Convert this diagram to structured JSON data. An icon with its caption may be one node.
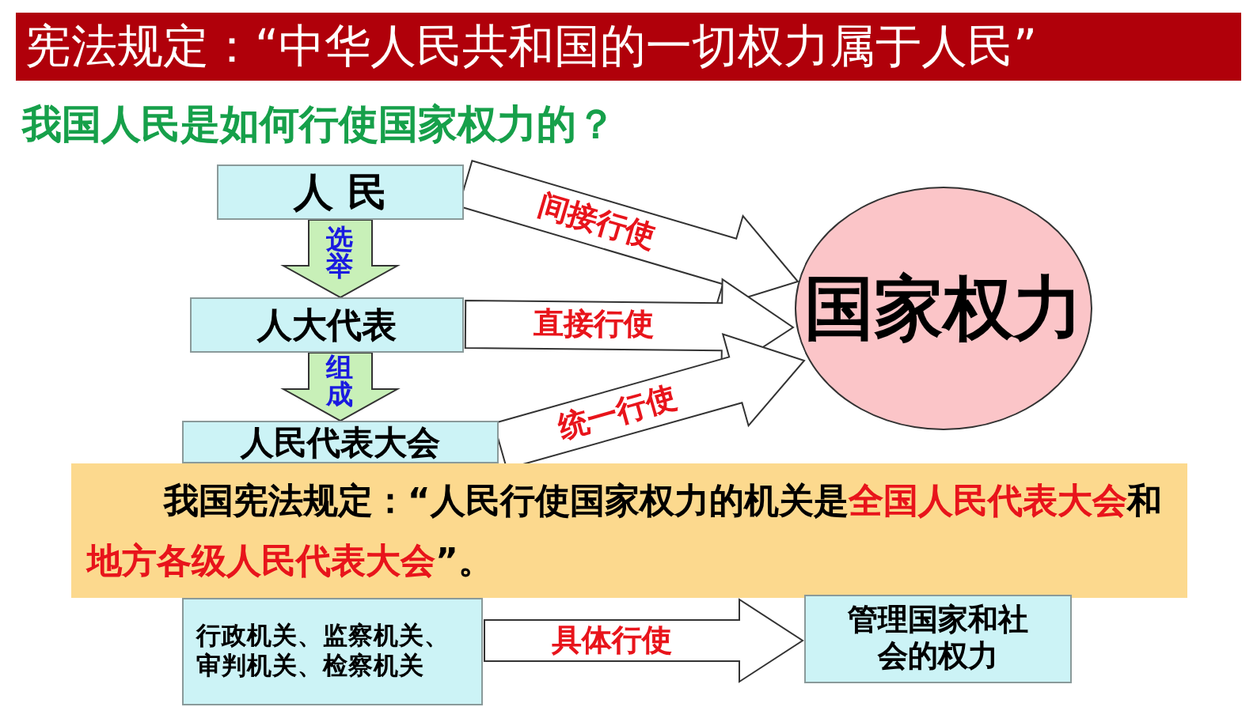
{
  "diagram": {
    "title": "宪法规定：“中华人民共和国的一切权力属于人民”",
    "nodes": [
      {
        "text": [
          "人 民"
        ]
      },
      {
        "text": [
          "人大代表"
        ]
      },
      {
        "text": [
          "国家权力"
        ]
      },
      {
        "text": [
          "人民代表大会"
        ]
      },
      {
        "text": [
          "我国宪法规定：“人民行使国家权力的机关是**全国人民代表大会**和**地方各级人民代表大会**”。"
        ]
      },
      {
        "text": [
          "行政机关、监察机关、审判机关、检察机关"
        ]
      },
      {
        "text": [
          "管理国家和社会的权力"
        ]
      }
    ],
    "edges": [
      {
        "from": 0,
        "to": 1,
        "arrow": "to",
        "label": "选举"
      },
      {
        "from": 1,
        "to": 3,
        "arrow": "to",
        "label": "组成"
      },
      {
        "from": 0,
        "to": 2,
        "arrow": "to",
        "label": "间接行使"
      },
      {
        "from": 1,
        "to": 2,
        "arrow": "to",
        "label": "直接行使"
      },
      {
        "from": 3,
        "to": 2,
        "arrow": "to",
        "label": "统一行使"
      },
      {
        "from": 5,
        "to": 6,
        "arrow": "to",
        "label": "具体行使"
      }
    ],
    "labels": [
      "我国人民是如何行使国家权力的？"
    ]
  }
}
